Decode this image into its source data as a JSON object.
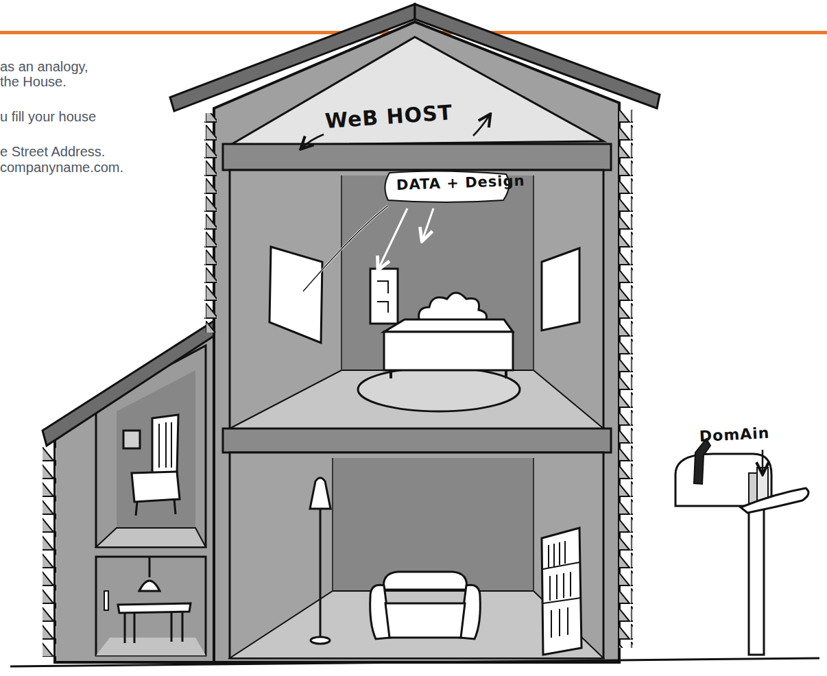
{
  "diagram": {
    "labels": [
      "as an analogy,",
      "the House.",
      "u fill your house",
      "e Street Address.",
      "companyname.com.",
      "WeB HOST",
      "DATA + Design",
      "DomAin"
    ]
  }
}
